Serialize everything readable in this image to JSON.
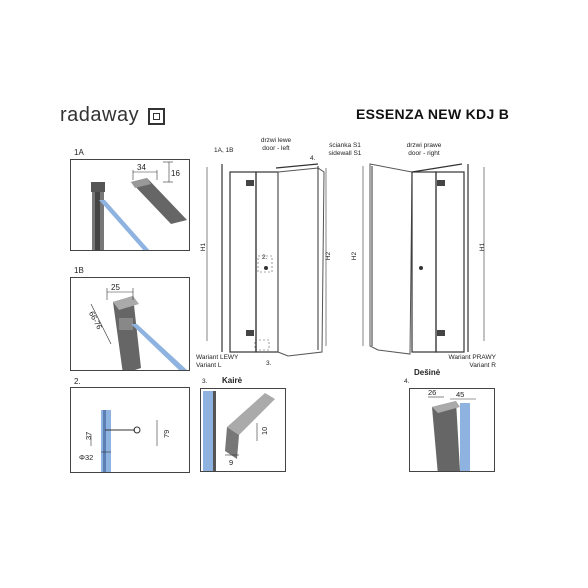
{
  "brand": {
    "name": "radaway"
  },
  "title": "ESSENZA NEW KDJ B",
  "sections": {
    "s1A": "1A",
    "s1B": "1B",
    "s2": "2.",
    "s3": "3.",
    "s4": "4."
  },
  "detail_1A": {
    "w": "34",
    "h": "16"
  },
  "detail_1B": {
    "w": "25",
    "range": "66-76"
  },
  "detail_2": {
    "h1": "37",
    "h2": "79",
    "d": "Φ32"
  },
  "detail_3": {
    "h": "10",
    "w": "9"
  },
  "detail_4": {
    "a": "26",
    "b": "45"
  },
  "main": {
    "ref_1a1b": "1A, 1B",
    "door_left_pl": "drzwi lewe",
    "door_left_en": "door - left",
    "sidewall_pl": "ścianka S1",
    "sidewall_en": "sidewall S1",
    "door_right_pl": "drzwi prawe",
    "door_right_en": "door - right",
    "ref_4": "4.",
    "ref_2": "2.",
    "ref_3": "3.",
    "h1_left": "H1",
    "h2_left": "H2",
    "h2_right": "H2",
    "h1_right": "H1",
    "variant_left_1": "Wariant LEWY",
    "variant_left_2": "Variant L",
    "variant_left_lt": "Kairė",
    "variant_right_1": "Wariant PRAWY",
    "variant_right_2": "Variant R",
    "variant_right_lt": "Dešinė"
  }
}
